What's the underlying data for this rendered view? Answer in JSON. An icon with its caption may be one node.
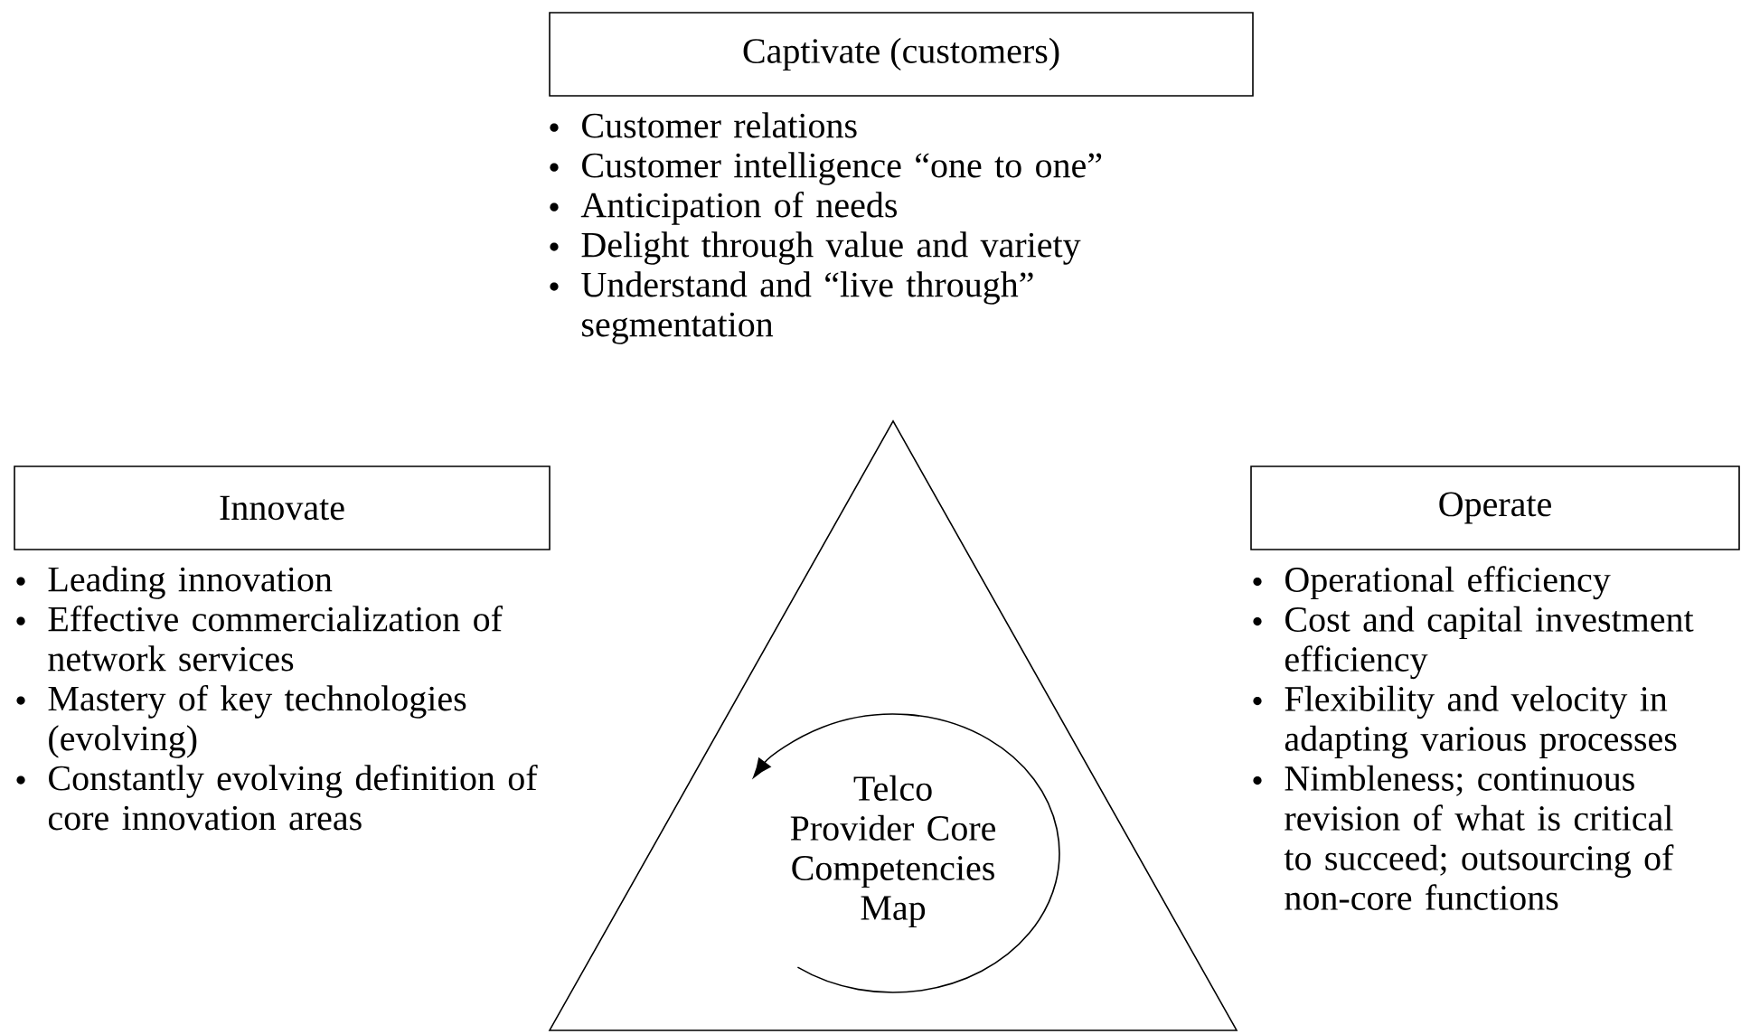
{
  "diagram": {
    "nodes": [
      {
        "text": [
          "Captivate (customers)"
        ],
        "beside": [
          "Customer relations",
          "Customer intelligence “one to one”",
          "Anticipation of needs",
          "Delight through value and variety",
          "Understand and “live through” segmentation"
        ]
      },
      {
        "text": [
          "Innovate"
        ],
        "beside": [
          "Leading innovation",
          "Effective commercialization of network services",
          "Mastery of key technologies (evolving)",
          "Constantly evolving definition of core innovation areas"
        ]
      },
      {
        "text": [
          "Operate"
        ],
        "beside": [
          "Operational efficiency",
          "Cost and capital investment efficiency",
          "Flexibility and velocity in adapting various processes",
          "Nimbleness; continuous revision of what is critical to succeed; outsourcing of non-core functions"
        ]
      },
      {
        "text": [
          "Telco Provider Core Competencies Map"
        ]
      }
    ]
  }
}
